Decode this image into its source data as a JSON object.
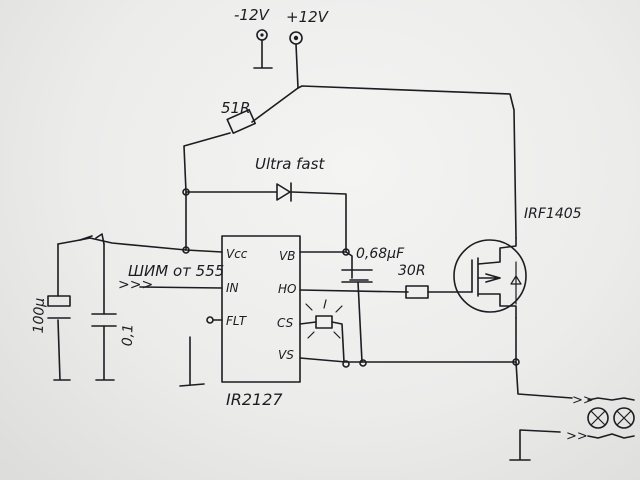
{
  "labels": {
    "minus12": "-12V",
    "plus12": "+12V",
    "r51": "51R",
    "diode": "Ultra fast",
    "mosfet": "IRF1405",
    "cap_boot": "0,68µF",
    "r30": "30R",
    "pwm_in": "ШИМ от 555",
    "cap_bulk": "100µ",
    "cap_ceramic": "0,1",
    "ic_name": "IR2127",
    "pins": {
      "vcc": "Vcc",
      "in": "IN",
      "flt": "FLT",
      "vb": "VB",
      "ho": "HO",
      "cs": "CS",
      "vs": "VS"
    }
  }
}
